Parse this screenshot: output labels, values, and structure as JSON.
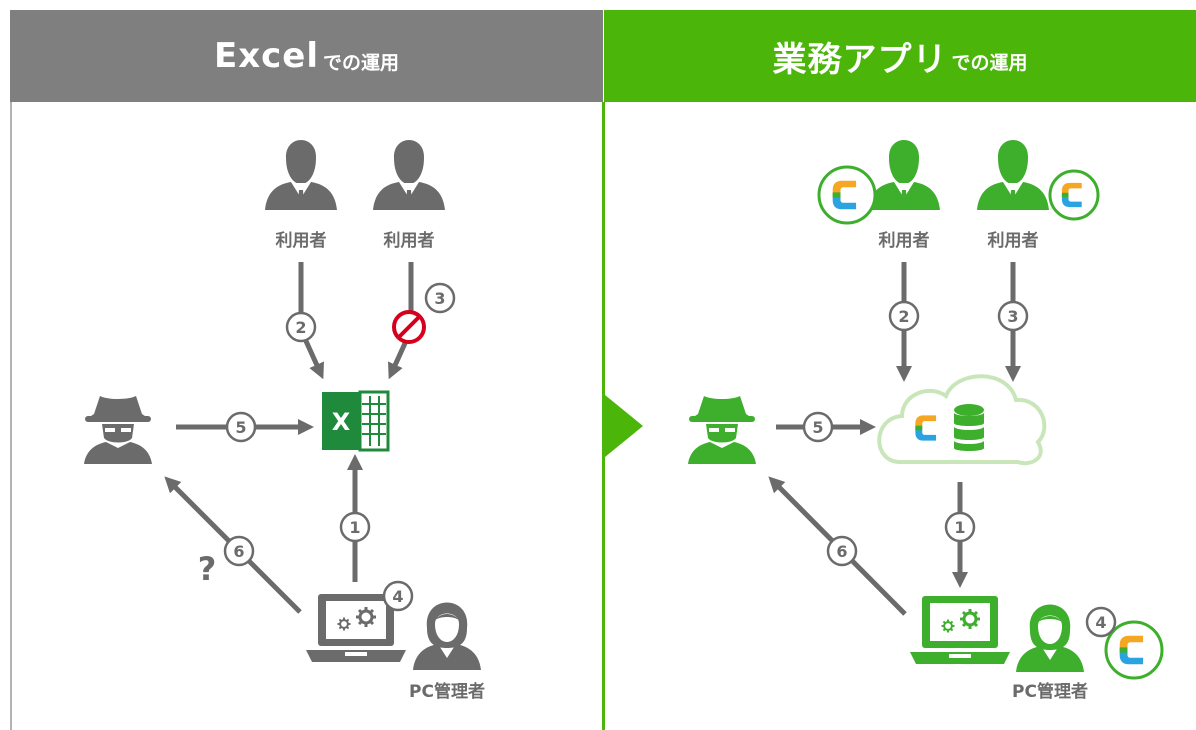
{
  "left_panel": {
    "title_main": "Excel",
    "title_sub": "での運用",
    "user1_label": "利用者",
    "user2_label": "利用者",
    "admin_label": "PC管理者",
    "excel_letter": "X",
    "step1": "1",
    "step2": "2",
    "step3": "3",
    "step4": "4",
    "step5": "5",
    "step6": "6",
    "unknown_mark": "?"
  },
  "right_panel": {
    "title_main": "業務アプリ",
    "title_sub": "での運用",
    "user1_label": "利用者",
    "user2_label": "利用者",
    "admin_label": "PC管理者",
    "step1": "1",
    "step2": "2",
    "step3": "3",
    "step4": "4",
    "step5": "5",
    "step6": "6"
  },
  "colors": {
    "gray": "#7f7f7f",
    "green": "#4cb50a",
    "icon_gray": "#6b6b6b",
    "icon_green": "#3daf2c",
    "red": "#d6001c",
    "excel_green": "#1f8a3b"
  }
}
